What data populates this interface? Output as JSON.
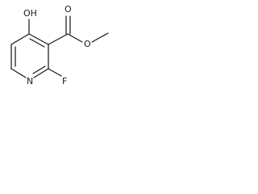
{
  "molecule": {
    "atoms": {
      "hydroxyl": "OH",
      "ring_nitrogen": "N",
      "fluorine": "F",
      "carbonyl_oxygen": "O",
      "ester_oxygen": "O"
    },
    "colors": {
      "ink": "#1a1a1a",
      "background": "#ffffff"
    }
  }
}
